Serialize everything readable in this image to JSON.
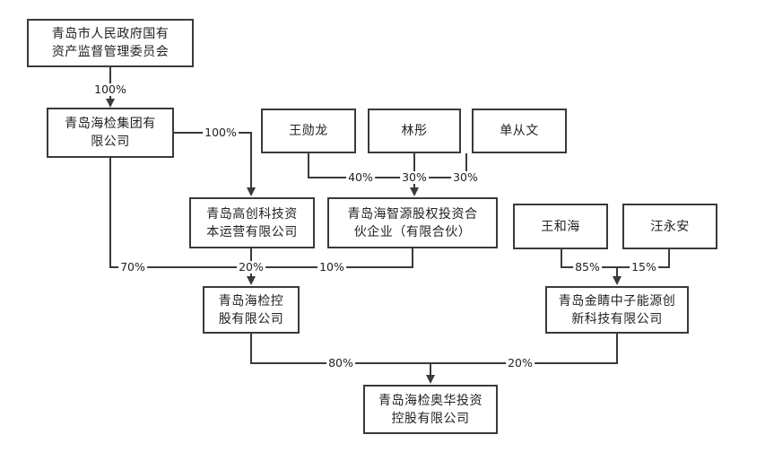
{
  "nodes": {
    "gov": "青岛市人民政府国有\n资产监督管理委员会",
    "group": "青岛海检集团有\n限公司",
    "wang_xunlong": "王勋龙",
    "lin_tong": "林彤",
    "shan_congwen": "单从文",
    "gaochuang": "青岛高创科技资\n本运营有限公司",
    "haizhi": "青岛海智源股权投资合\n伙企业（有限合伙）",
    "wang_hehai": "王和海",
    "wang_yongan": "汪永安",
    "holding": "青岛海检控\n股有限公司",
    "jinjing": "青岛金睛中子能源创\n新科技有限公司",
    "aohua": "青岛海检奥华投资\n控股有限公司"
  },
  "percentages": {
    "gov_to_group": "100%",
    "group_to_gaochuang": "100%",
    "wang_xunlong_to_haizhi": "40%",
    "lin_tong_to_haizhi": "30%",
    "shan_congwen_to_haizhi": "30%",
    "group_to_holding": "70%",
    "gaochuang_to_holding": "20%",
    "haizhi_to_holding": "10%",
    "wang_hehai_to_jinjing": "85%",
    "wang_yongan_to_jinjing": "15%",
    "holding_to_aohua": "80%",
    "jinjing_to_aohua": "20%"
  }
}
